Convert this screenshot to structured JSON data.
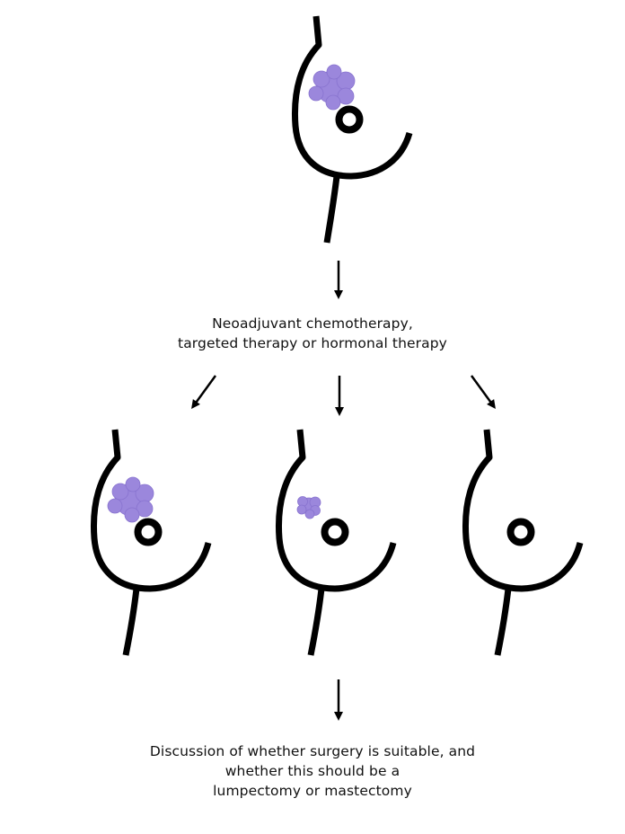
{
  "colors": {
    "line": "#000000",
    "tumor": "#9b87dc",
    "tumor_edge": "#8873cf",
    "background": "#ffffff"
  },
  "icons": {
    "breast_outline": "breast-outline-icon",
    "tumor": "tumor-icon",
    "nipple": "nipple-icon",
    "arrow": "down-arrow-icon"
  },
  "flow": {
    "initial_state": {
      "tumor": "large"
    },
    "treatment_step": {
      "label_lines": [
        "Neoadjuvant chemotherapy,",
        "targeted therapy or hormonal therapy"
      ]
    },
    "outcomes": [
      {
        "tumor": "unchanged"
      },
      {
        "tumor": "smaller"
      },
      {
        "tumor": "none"
      }
    ],
    "final_step": {
      "label_lines": [
        "Discussion of whether surgery is suitable, and",
        "whether this should be a",
        "lumpectomy or mastectomy"
      ]
    }
  }
}
